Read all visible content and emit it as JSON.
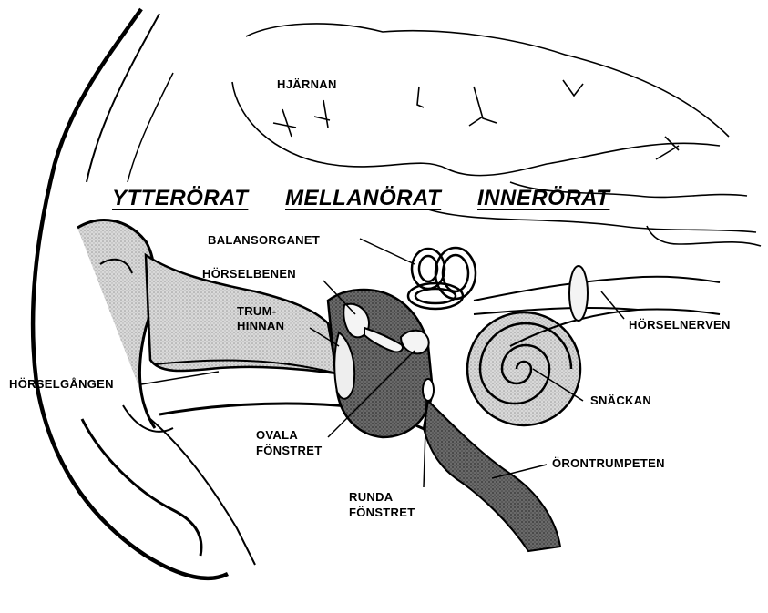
{
  "sections": {
    "outer": "YTTERÖRAT",
    "middle": "MELLANÖRAT",
    "inner": "INNERÖRAT"
  },
  "labels": {
    "brain": "HJÄRNAN",
    "balance": "BALANSORGANET",
    "ossicles": "HÖRSELBENEN",
    "eardrum_1": "TRUM-",
    "eardrum_2": "HINNAN",
    "ear_canal": "HÖRSELGÅNGEN",
    "oval_1": "OVALA",
    "oval_2": "FÖNSTRET",
    "round_1": "RUNDA",
    "round_2": "FÖNSTRET",
    "nerve": "HÖRSELNERVEN",
    "cochlea": "SNÄCKAN",
    "tube": "ÖRONTRUMPETEN"
  }
}
